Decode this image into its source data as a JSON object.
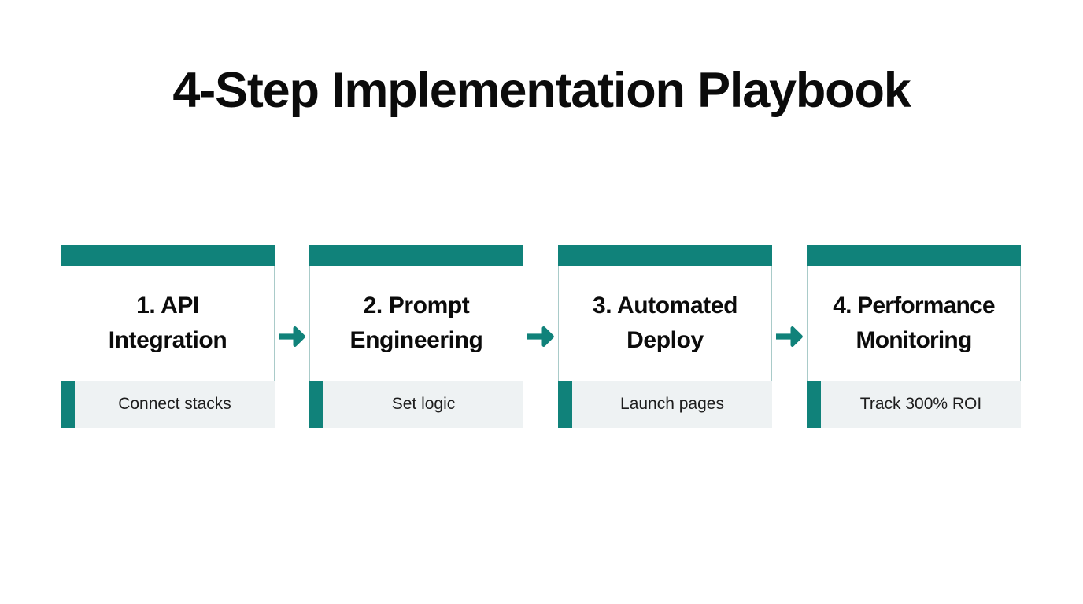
{
  "page": {
    "title": "4-Step Implementation Playbook",
    "background_color": "#ffffff",
    "accent_color": "#10827a",
    "footer_bg_color": "#eef2f3",
    "border_color": "#a9cbc9",
    "title_color": "#0b0b0b"
  },
  "steps": [
    {
      "title": "1. API\nIntegration",
      "caption": "Connect stacks"
    },
    {
      "title": "2. Prompt\nEngineering",
      "caption": "Set logic"
    },
    {
      "title": "3. Automated\nDeploy",
      "caption": "Launch pages"
    },
    {
      "title": "4. Performance\nMonitoring",
      "caption": "Track 300% ROI"
    }
  ],
  "connectors": [
    {
      "icon": "arrow-right-icon"
    },
    {
      "icon": "arrow-right-icon"
    },
    {
      "icon": "arrow-right-icon"
    }
  ]
}
